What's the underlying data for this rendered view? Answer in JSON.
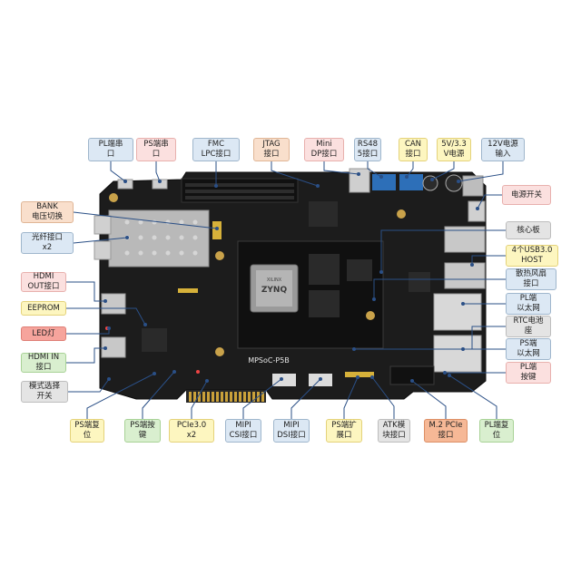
{
  "board": {
    "model": "MPSoC-P5B",
    "chip_brand": "XILINX",
    "chip_name": "ZYNQ"
  },
  "label_colors": {
    "blue": "#dce8f4",
    "pink": "#fbe0df",
    "peach": "#f9dfcc",
    "yellow": "#fdf6c0",
    "green": "#d9efcf",
    "grey": "#e4e4e4",
    "red": "#f6a49c",
    "orange": "#f6b896"
  },
  "callouts": [
    {
      "id": "pl-uart",
      "text": "PL端串\n口",
      "color": "blue"
    },
    {
      "id": "ps-uart",
      "text": "PS端串\n口",
      "color": "pink"
    },
    {
      "id": "fmc-lpc",
      "text": "FMC\nLPC接口",
      "color": "blue"
    },
    {
      "id": "jtag",
      "text": "JTAG\n接口",
      "color": "peach"
    },
    {
      "id": "mini-dp",
      "text": "Mini\nDP接口",
      "color": "pink"
    },
    {
      "id": "rs485",
      "text": "RS48\n5接口",
      "color": "blue"
    },
    {
      "id": "can",
      "text": "CAN\n接口",
      "color": "yellow"
    },
    {
      "id": "power-5v-33v",
      "text": "5V/3.3\nV电源",
      "color": "yellow"
    },
    {
      "id": "power-12v",
      "text": "12V电源\n输入",
      "color": "blue"
    },
    {
      "id": "power-switch",
      "text": "电源开关",
      "color": "pink"
    },
    {
      "id": "bank-voltage",
      "text": "BANK\n电压切换",
      "color": "peach"
    },
    {
      "id": "fiber",
      "text": "光纤接口\nx2",
      "color": "blue"
    },
    {
      "id": "core-board",
      "text": "核心板",
      "color": "grey"
    },
    {
      "id": "usb-host",
      "text": "4个USB3.0\nHOST",
      "color": "yellow"
    },
    {
      "id": "fan",
      "text": "散热风扇\n接口",
      "color": "blue"
    },
    {
      "id": "hdmi-out",
      "text": "HDMI\nOUT接口",
      "color": "pink"
    },
    {
      "id": "pl-eth",
      "text": "PL端\n以太网",
      "color": "blue"
    },
    {
      "id": "eeprom",
      "text": "EEPROM",
      "color": "yellow"
    },
    {
      "id": "rtc",
      "text": "RTC电池\n座",
      "color": "grey"
    },
    {
      "id": "led",
      "text": "LED灯",
      "color": "red"
    },
    {
      "id": "ps-eth",
      "text": "PS端\n以太网",
      "color": "blue"
    },
    {
      "id": "hdmi-in",
      "text": "HDMI IN\n接口",
      "color": "green"
    },
    {
      "id": "pl-key",
      "text": "PL端\n按键",
      "color": "pink"
    },
    {
      "id": "mode-switch",
      "text": "模式选择\n开关",
      "color": "grey"
    },
    {
      "id": "ps-reset",
      "text": "PS端复\n位",
      "color": "yellow"
    },
    {
      "id": "ps-key",
      "text": "PS端按\n键",
      "color": "green"
    },
    {
      "id": "pcie",
      "text": "PCIe3.0\nx2",
      "color": "yellow"
    },
    {
      "id": "mipi-csi",
      "text": "MIPI\nCSI接口",
      "color": "blue"
    },
    {
      "id": "mipi-dsi",
      "text": "MIPI\nDSI接口",
      "color": "blue"
    },
    {
      "id": "ps-ext",
      "text": "PS端扩\n展口",
      "color": "yellow"
    },
    {
      "id": "atk",
      "text": "ATK模\n块接口",
      "color": "grey"
    },
    {
      "id": "m2-pcie",
      "text": "M.2 PCIe\n接口",
      "color": "orange"
    },
    {
      "id": "pl-reset",
      "text": "PL端复\n位",
      "color": "green"
    }
  ]
}
